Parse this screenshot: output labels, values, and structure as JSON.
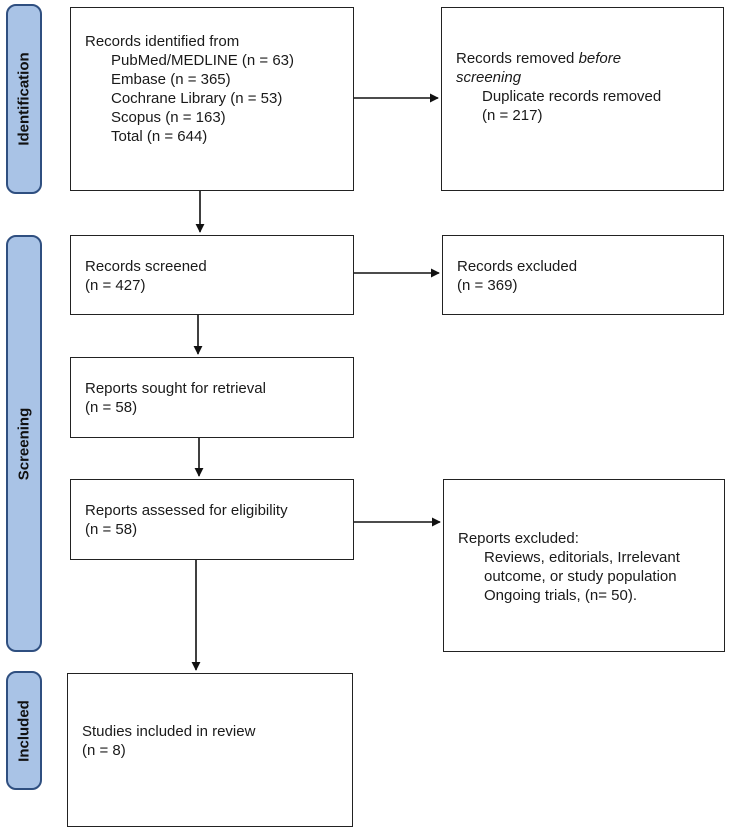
{
  "phases": {
    "identification": "Identification",
    "screening": "Screening",
    "included": "Included"
  },
  "identification_box": {
    "heading": "Records identified from",
    "sources": [
      "PubMed/MEDLINE (n = 63)",
      "Embase (n = 365)",
      "Cochrane Library (n = 53)",
      "Scopus (n = 163)",
      "Total (n = 644)"
    ]
  },
  "removed_box": {
    "line1_prefix": "Records removed ",
    "line1_italic": "before",
    "line2_italic": "screening",
    "detail_label": "Duplicate records removed",
    "detail_count": "(n = 217)"
  },
  "screened_box": {
    "label": "Records screened",
    "count": "(n = 427)"
  },
  "excluded_box": {
    "label": "Records excluded",
    "count": "(n = 369)"
  },
  "sought_box": {
    "label": "Reports sought for retrieval",
    "count": "(n = 58)"
  },
  "assessed_box": {
    "label": "Reports assessed for eligibility",
    "count": "(n = 58)"
  },
  "reports_excluded_box": {
    "heading": "Reports excluded:",
    "reasons": [
      "Reviews, editorials, Irrelevant",
      "outcome, or study population",
      "Ongoing trials, (n= 50)."
    ]
  },
  "included_box": {
    "label": "Studies included in review",
    "count": "(n = 8)"
  }
}
